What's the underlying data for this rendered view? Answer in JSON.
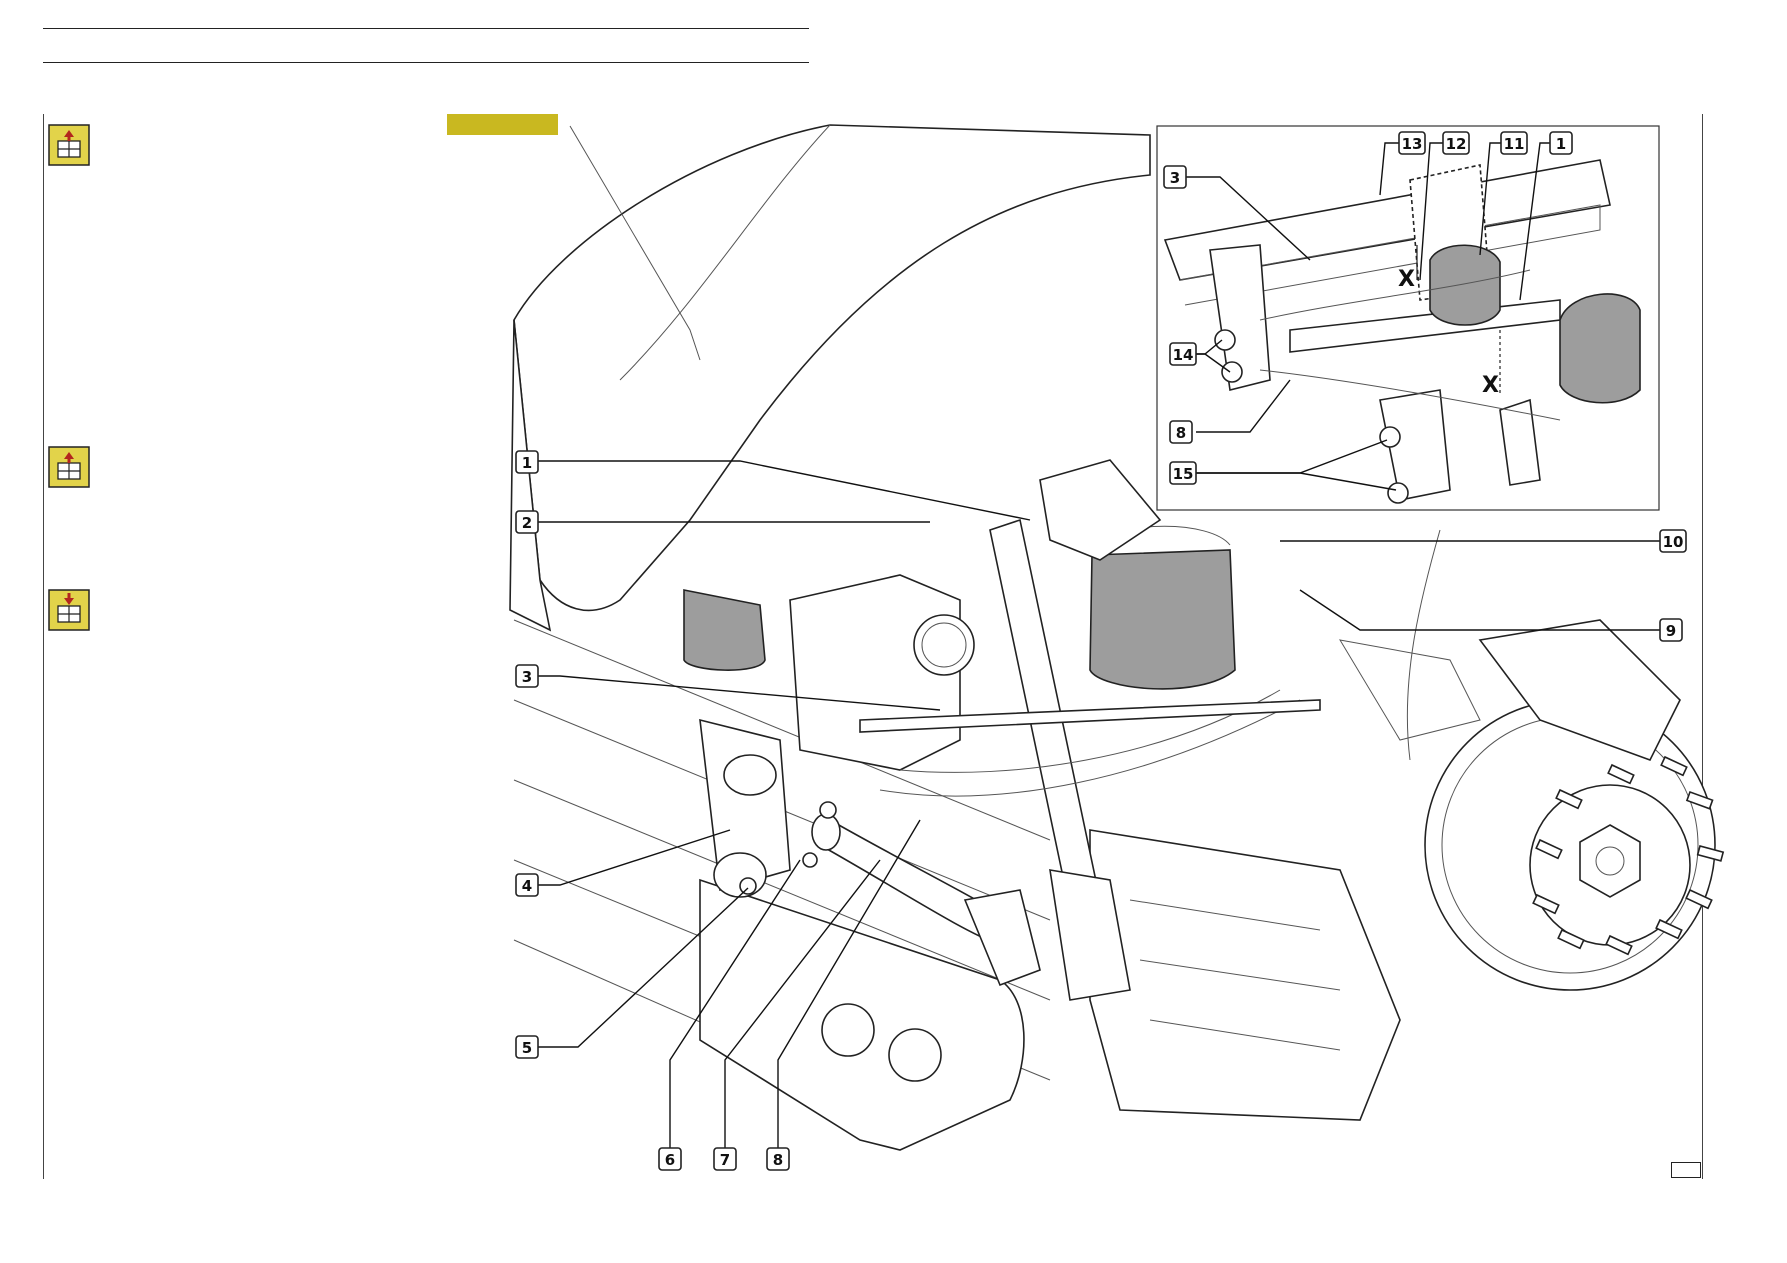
{
  "callouts": {
    "c1": "1",
    "c2": "2",
    "c3": "3",
    "c4": "4",
    "c5": "5",
    "c6": "6",
    "c7": "7",
    "c8": "8",
    "c9": "9",
    "c10": "10",
    "inset_13": "13",
    "inset_12": "12",
    "inset_11": "11",
    "inset_1": "1",
    "inset_3": "3",
    "inset_14": "14",
    "inset_8": "8",
    "inset_15": "15"
  },
  "inset_marks": {
    "x_upper": "X",
    "x_lower": "X"
  },
  "icons": [
    "removal-icon",
    "removal-icon",
    "refitting-icon"
  ],
  "colors": {
    "accent": "#c9b820",
    "icon_arrow": "#b3261e",
    "bellows": "#9d9d9d"
  }
}
